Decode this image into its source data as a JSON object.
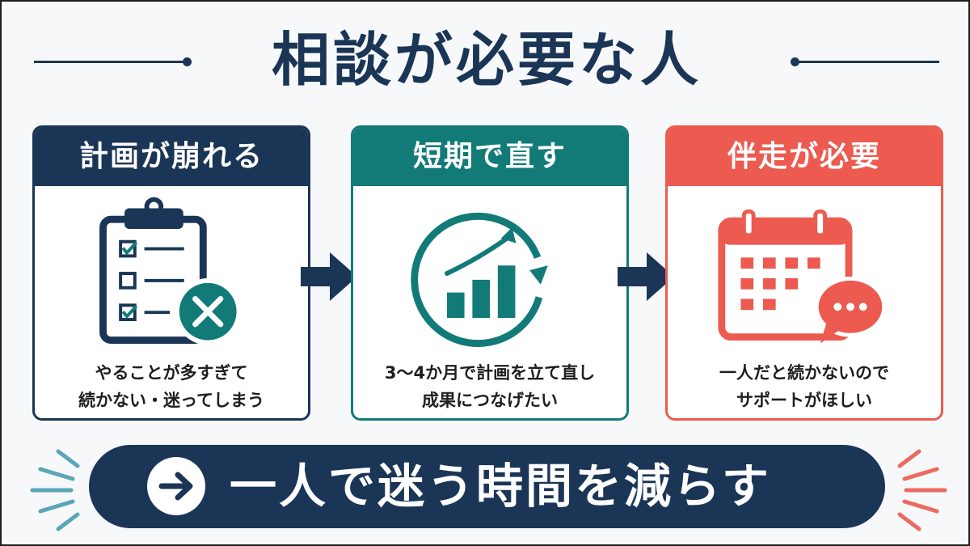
{
  "title": "相談が必要な人",
  "cards": [
    {
      "heading": "計画が崩れる",
      "lines": [
        "やることが多すぎて",
        "続かない・迷ってしまう"
      ],
      "icon": "clipboard-cross-icon",
      "color": "#1b3556"
    },
    {
      "heading": "短期で直す",
      "lines": [
        "3〜4か月で計画を立て直し",
        "成果につなげたい"
      ],
      "icon": "growth-chart-cycle-icon",
      "color": "#127b78"
    },
    {
      "heading": "伴走が必要",
      "lines": [
        "一人だと続かないので",
        "サポートがほしい"
      ],
      "icon": "calendar-chat-icon",
      "color": "#ec5a50"
    }
  ],
  "banner": {
    "text": "一人で迷う時間を減らす",
    "icon": "arrow-right-circle-icon",
    "color": "#1b3556"
  },
  "colors": {
    "navy": "#1b3556",
    "teal": "#127b78",
    "coral": "#ec5a50",
    "burst_left": "#5aa6b7",
    "burst_right": "#ec6a60"
  }
}
